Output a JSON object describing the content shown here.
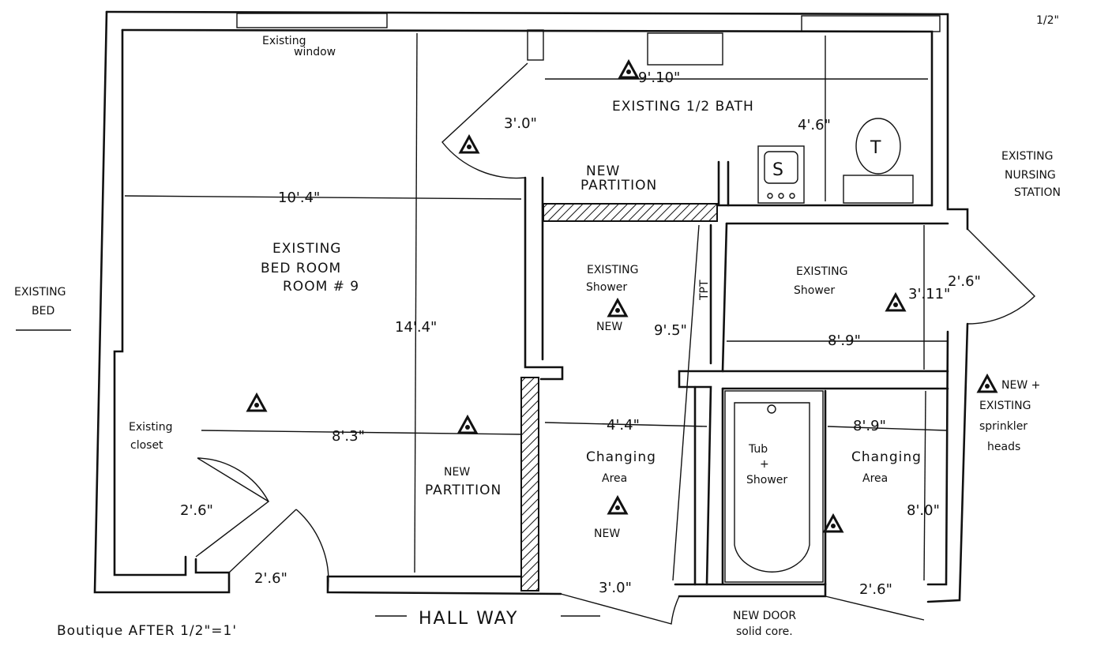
{
  "scale_mark": "1/2\"",
  "labels": {
    "existing_window": [
      "Existing",
      "window"
    ],
    "half_bath": "EXISTING 1/2 BATH",
    "new_partition_top": [
      "NEW",
      "PARTITION"
    ],
    "nursing_station": [
      "EXISTING",
      "NURSING",
      "STATION"
    ],
    "bed_room": [
      "EXISTING",
      "BED ROOM",
      "ROOM # 9"
    ],
    "shower_left": [
      "EXISTING",
      "Shower"
    ],
    "shower_right": [
      "EXISTING",
      "Shower"
    ],
    "new_shower": "NEW",
    "existing_bed": [
      "EXISTING",
      "BED"
    ],
    "tpt": "TPT",
    "closet": [
      "Existing",
      "closet"
    ],
    "changing_left": [
      "Changing",
      "Area"
    ],
    "tub": [
      "Tub",
      "+",
      "Shower"
    ],
    "changing_right": [
      "Changing",
      "Area"
    ],
    "new_partition_bottom": [
      "NEW",
      "PARTITION"
    ],
    "new_changing": "NEW",
    "sink": "S",
    "toilet": "T",
    "hallway": "HALL WAY",
    "new_door": [
      "NEW DOOR",
      "solid core."
    ],
    "title": "Boutique AFTER 1/2\"=1'",
    "sprinkler_legend": [
      "NEW +",
      "EXISTING",
      "sprinkler",
      "heads"
    ]
  },
  "dimensions": {
    "bath_width": "9'.10\"",
    "bath_door": "3'.0\"",
    "bath_depth": "4'.6\"",
    "bedroom_width": "10'.4\"",
    "bedroom_depth": "14'.4\"",
    "shower_left_depth": "9'.5\"",
    "shower_right_depth": "3'.11\"",
    "nursing_door": "2'.6\"",
    "shower_right_width": "8'.9\"",
    "bedroom_lower_width": "8'.3\"",
    "changing_left_width": "4'.4\"",
    "changing_right_width": "8'.9\"",
    "closet_door": "2'.6\"",
    "changing_right_depth": "8'.0\"",
    "bedroom_door": "2'.6\"",
    "changing_left_door": "3'.0\"",
    "changing_right_door": "2'.6\""
  }
}
